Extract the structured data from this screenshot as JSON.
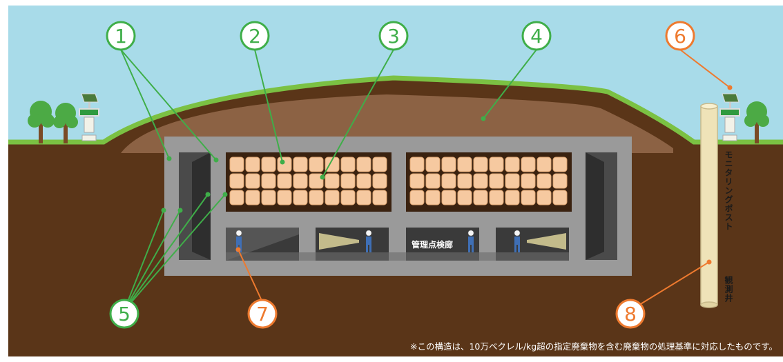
{
  "markers": [
    {
      "num": "1",
      "color": "#3fae49"
    },
    {
      "num": "2",
      "color": "#3fae49"
    },
    {
      "num": "3",
      "color": "#3fae49"
    },
    {
      "num": "4",
      "color": "#3fae49"
    },
    {
      "num": "5",
      "color": "#3fae49"
    },
    {
      "num": "6",
      "color": "#ee7a2f"
    },
    {
      "num": "7",
      "color": "#ee7a2f"
    },
    {
      "num": "8",
      "color": "#ee7a2f"
    }
  ],
  "labels": {
    "monitoring_post": "モニタリングポスト",
    "observation_well": "観測井",
    "inspection_corridor": "管理点検廊"
  },
  "footnote": "※この構造は、10万ベクレル/kg超の指定廃棄物を含む廃棄物の処理基準に対応したものです。",
  "colors": {
    "sky": "#a8dbe9",
    "soil": "#5a3518",
    "cover_soil": "#8c6244",
    "grass": "#7bc143",
    "concrete": "#9a9a9a",
    "bag": "#f6c9a0",
    "green_line": "#3fae49",
    "orange_line": "#ee7a2f"
  }
}
